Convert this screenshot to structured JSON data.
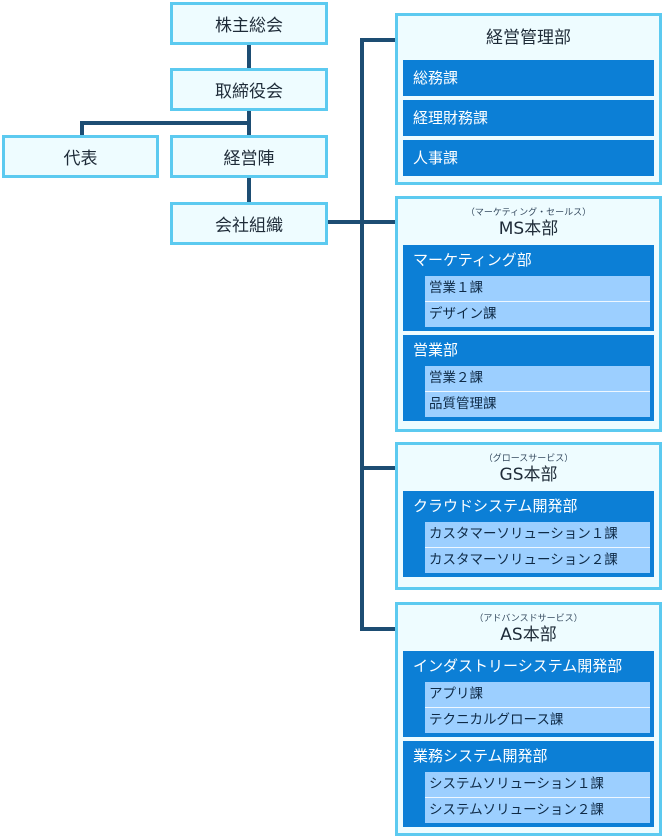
{
  "top": {
    "shareholders": "株主総会",
    "board": "取締役会",
    "representative": "代表",
    "executive": "経営陣",
    "organization": "会社組織"
  },
  "management": {
    "title": "経営管理部",
    "sections": [
      "総務課",
      "経理財務課",
      "人事課"
    ]
  },
  "ms": {
    "ruby": "（マーケティング・セールス）",
    "title": "MS本部",
    "departments": [
      {
        "name": "マーケティング部",
        "sections": [
          "営業１課",
          "デザイン課"
        ]
      },
      {
        "name": "営業部",
        "sections": [
          "営業２課",
          "品質管理課"
        ]
      }
    ]
  },
  "gs": {
    "ruby": "（グロースサービス）",
    "title": "GS本部",
    "departments": [
      {
        "name": "クラウドシステム開発部",
        "sections": [
          "カスタマーソリューション１課",
          "カスタマーソリューション２課"
        ]
      }
    ]
  },
  "as": {
    "ruby": "（アドバンスドサービス）",
    "title": "AS本部",
    "departments": [
      {
        "name": "インダストリーシステム開発部",
        "sections": [
          "アプリ課",
          "テクニカルグロース課"
        ]
      },
      {
        "name": "業務システム開発部",
        "sections": [
          "システムソリューション１課",
          "システムソリューション２課"
        ]
      }
    ]
  },
  "colors": {
    "line": "#1d4d73",
    "box_border": "#5ccaf0",
    "box_fill": "#eefcff",
    "department": "#0c7fd6",
    "section": "#9ccfff"
  }
}
